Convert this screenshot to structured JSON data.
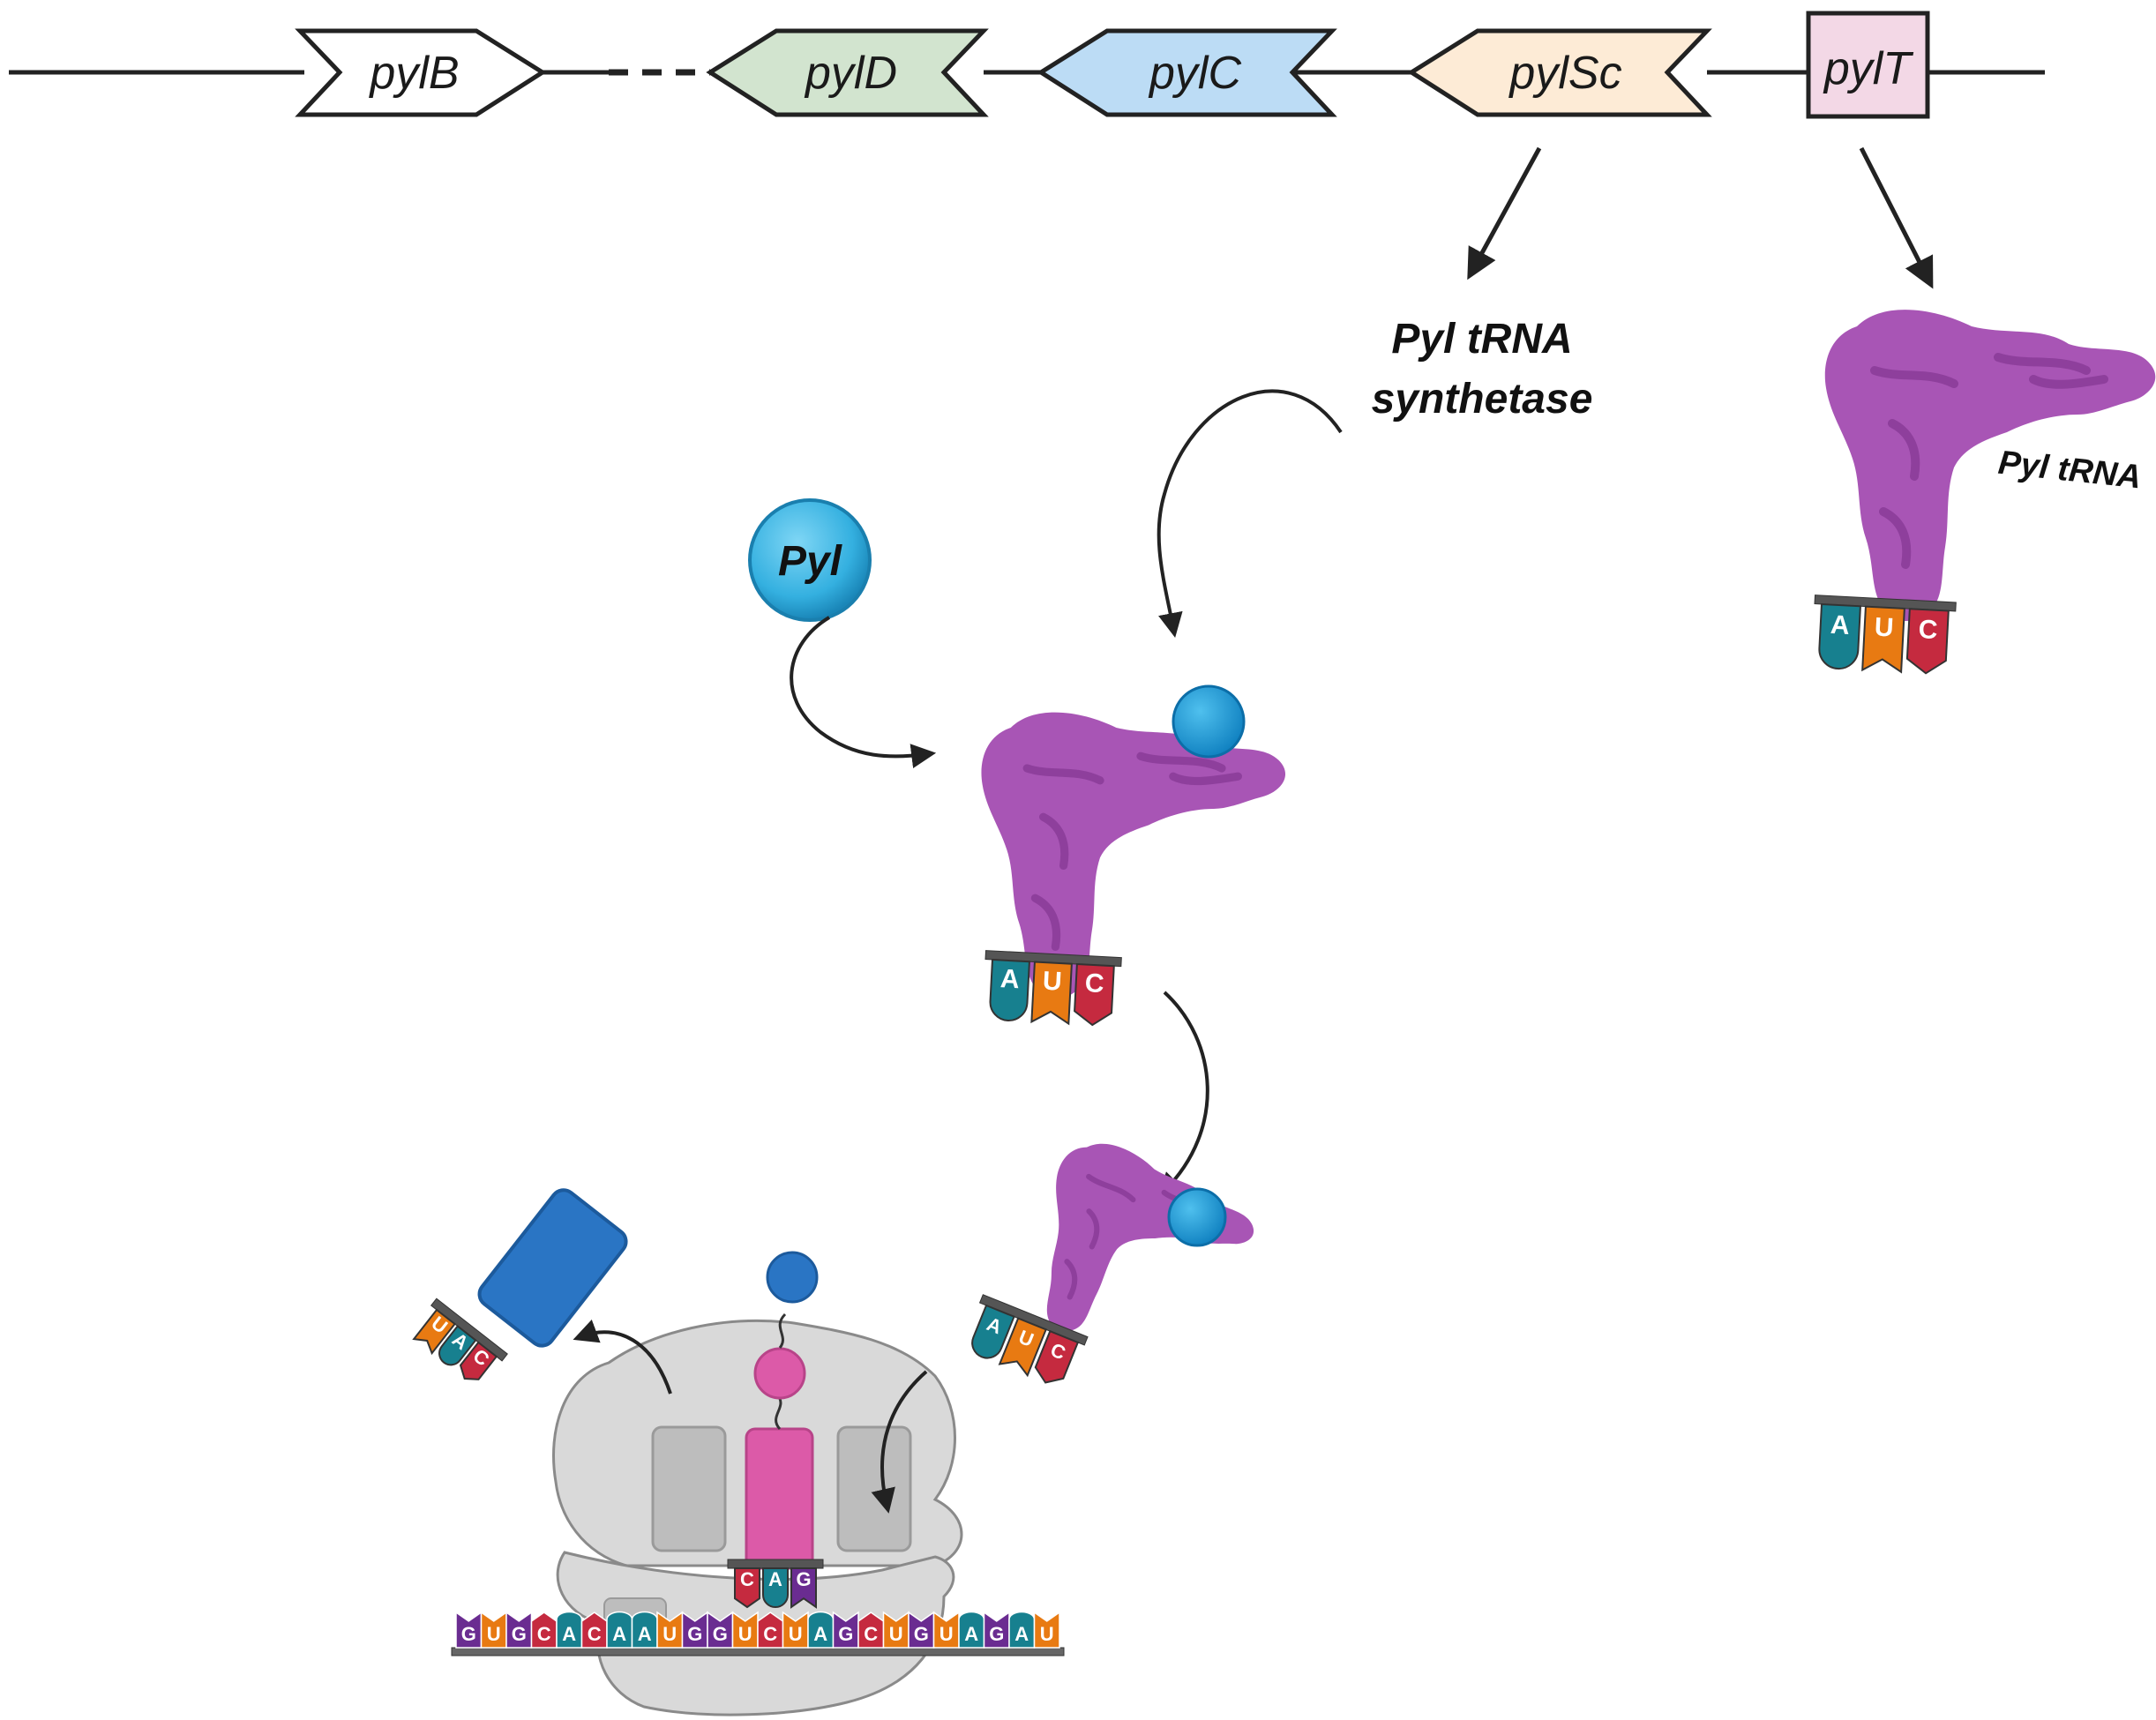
{
  "genes": [
    {
      "id": "pylB",
      "label": "pylB",
      "fill": "#ffffff"
    },
    {
      "id": "pylD",
      "label": "pylD",
      "fill": "#d2e4cf"
    },
    {
      "id": "pylC",
      "label": "pylC",
      "fill": "#bcdcf5"
    },
    {
      "id": "pylSc",
      "label": "pylSc",
      "fill": "#fdebd6"
    },
    {
      "id": "pylT",
      "label": "pylT",
      "fill": "#f3d8e6"
    }
  ],
  "labels": {
    "synthetase_line1": "Pyl tRNA",
    "synthetase_line2": "synthetase",
    "trna": "Pyl tRNA",
    "pyl": "Pyl"
  },
  "anticodons": {
    "trna_free": [
      "A",
      "U",
      "C"
    ],
    "trna_charged": [
      "A",
      "U",
      "C"
    ],
    "trna_small": [
      "A",
      "U",
      "C"
    ],
    "trna_exiting": [
      "U",
      "A",
      "C"
    ],
    "trna_in_ribosome": [
      "C",
      "A",
      "G"
    ]
  },
  "mrna": {
    "sequence": [
      "G",
      "U",
      "G",
      "C",
      "A",
      "C",
      "A",
      "A",
      "U",
      "G",
      "G",
      "U",
      "C",
      "U",
      "A",
      "G",
      "C",
      "U",
      "G",
      "U",
      "A",
      "G",
      "A",
      "U"
    ]
  },
  "colors": {
    "trna_purple": "#a855b5",
    "amino_blue": "#1f9ad6",
    "ribosome_gray": "#d9d9d9",
    "peptide_pink": "#dc5aa8",
    "nuc_A": "#17808f",
    "nuc_U": "#e87a12",
    "nuc_C": "#c52a3f",
    "nuc_G": "#6a2c91"
  }
}
